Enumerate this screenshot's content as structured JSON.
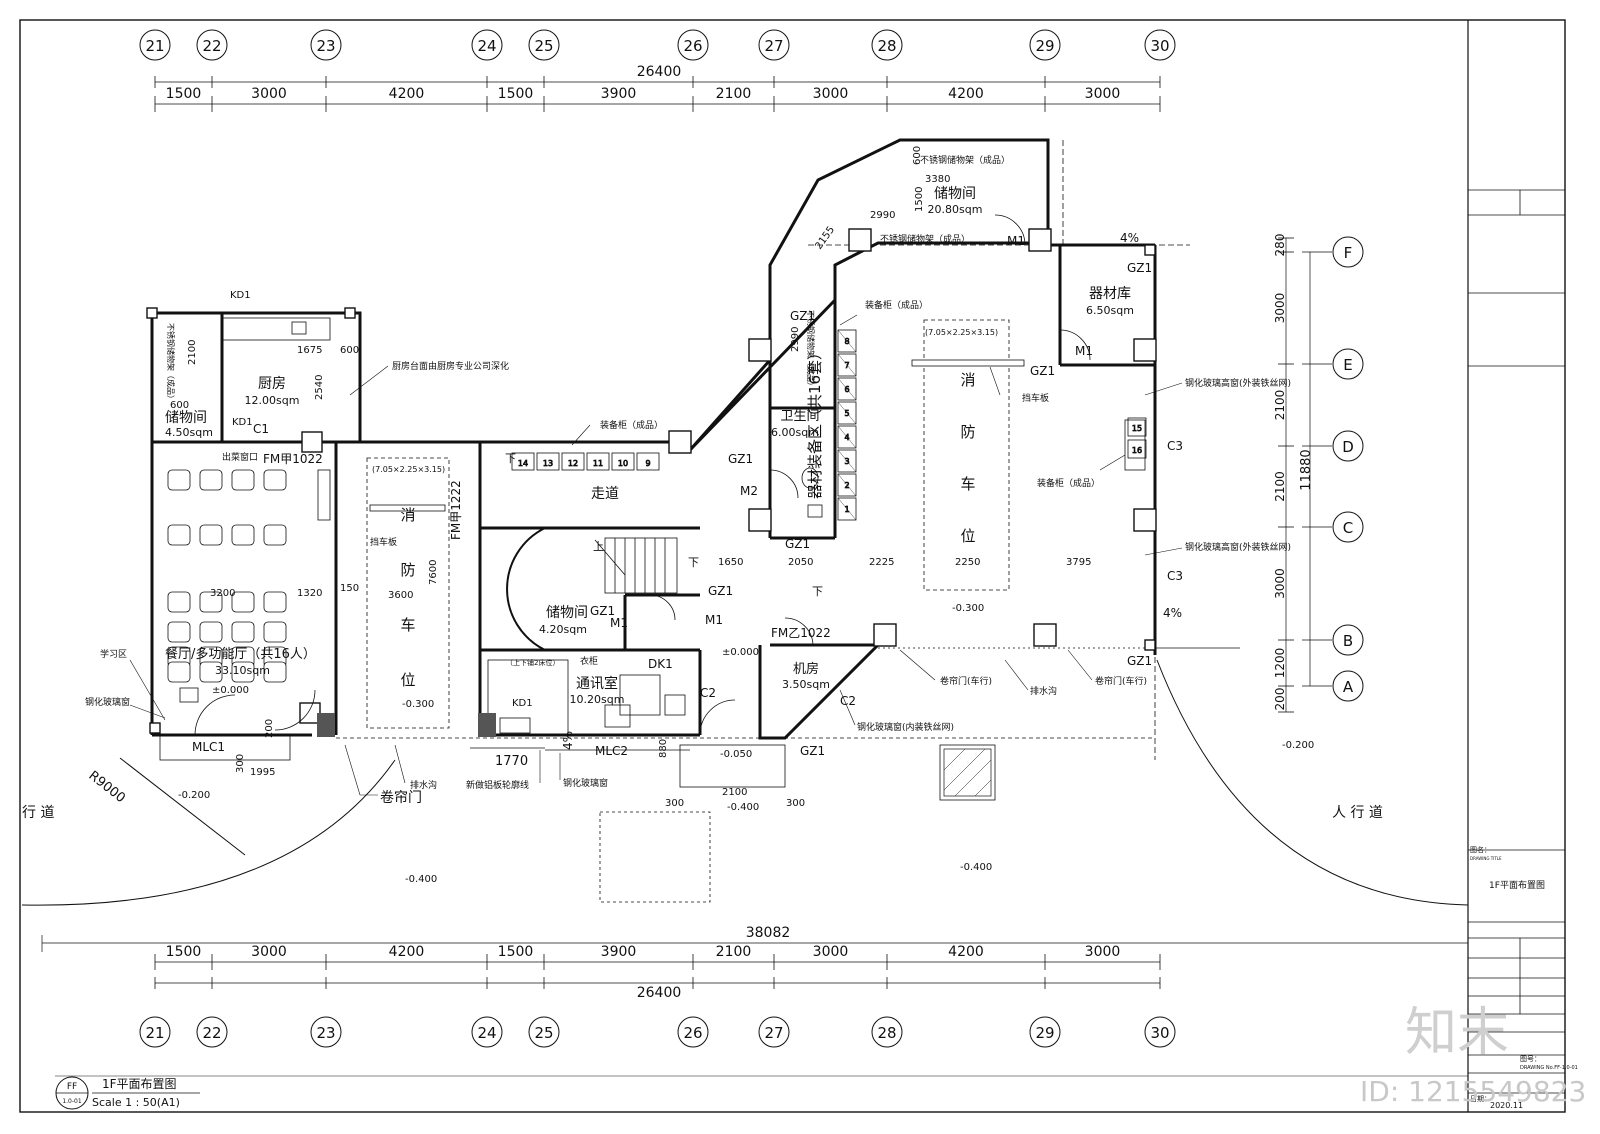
{
  "grid": {
    "axes": [
      "21",
      "22",
      "23",
      "24",
      "25",
      "26",
      "27",
      "28",
      "29",
      "30"
    ],
    "spacings": [
      "1500",
      "3000",
      "4200",
      "1500",
      "3900",
      "2100",
      "3000",
      "4200",
      "3000"
    ],
    "total_top": "26400",
    "overall": "38082",
    "rows": [
      "F",
      "E",
      "D",
      "C",
      "B",
      "A"
    ],
    "row_dims": [
      "280",
      "3000",
      "2100",
      "2100",
      "3000",
      "1200",
      "200"
    ],
    "row_total": "11880"
  },
  "rooms": {
    "store_top_name": "储物间",
    "store_top_area": "20.80sqm",
    "shelf_top": "不锈钢储物架（成品）",
    "shelf_mid": "不锈钢储物架（成品）",
    "shelf_left": "不锈钢储物架（成品）",
    "shelf_vert": "不锈钢储物架（成品）",
    "kitchen_name": "厨房",
    "kitchen_area": "12.00sqm",
    "store_left_name": "储物间",
    "store_left_area": "4.50sqm",
    "dining_name": "餐厅/多功能厅（共16人）",
    "dining_area": "33.10sqm",
    "corridor": "走道",
    "store_mid_name": "储物间",
    "store_mid_area": "4.20sqm",
    "comm_name": "通讯室",
    "comm_area": "10.20sqm",
    "wc_name": "卫生间",
    "wc_area": "6.00sqm",
    "equip_name": "器材库",
    "equip_area": "6.50sqm",
    "machine_name": "机房",
    "machine_area": "3.50sqm",
    "gear_zone": "器材装备区（共16套）",
    "truck_a": [
      "消",
      "防",
      "车",
      "位"
    ],
    "truck_b": [
      "消",
      "防",
      "车",
      "位"
    ],
    "study": "学习区",
    "wardrobe": "衣柜",
    "bunk": "（上下铺2床位）"
  },
  "notes": {
    "kitchen_deepen": "厨房台面由厨房专业公司深化",
    "cabinet_top": "装备柜（成品）",
    "cabinet_corr": "装备柜（成品）",
    "cabinet_right": "装备柜（成品）",
    "stopper": "挡车板",
    "stopper2": "挡车板",
    "glass_high1": "钢化玻璃高窗(外装铁丝网)",
    "glass_high2": "钢化玻璃高窗(外装铁丝网)",
    "glass_inner": "钢化玻璃窗(内装铁丝网)",
    "glass_win": "钢化玻璃窗",
    "glass_win2": "钢化玻璃窗",
    "roll_door1": "卷帘门(车行)",
    "roll_door2": "卷帘门(车行)",
    "drain": "排水沟",
    "drain2": "排水沟",
    "roll_door": "卷帘门",
    "new_edge": "新做铝板轮廓线",
    "serve": "出菜窗口",
    "truck_size": "(7.05×2.25×3.15)",
    "truck_size2": "(7.05×2.25×3.15)",
    "sidewalk_l": "行 道",
    "sidewalk_r": "人 行 道",
    "radius": "R9000",
    "down": "下",
    "down2": "下",
    "down3": "下",
    "up": "上"
  },
  "labels": {
    "fm1": "FM甲1022",
    "fm2": "FM甲1222",
    "fm3": "FM乙1022",
    "mlc1": "MLC1",
    "mlc2": "MLC2",
    "c1": "C1",
    "c2a": "C2",
    "c2b": "C2",
    "c3a": "C3",
    "c3b": "C3",
    "m1a": "M1",
    "m1b": "M1",
    "m1c": "M1",
    "m1d": "M1",
    "m2": "M2",
    "dk1": "DK1",
    "kd1a": "KD1",
    "kd1b": "KD1",
    "kd1c": "KD1",
    "gz": "GZ1",
    "slope1": "4%",
    "slope2": "4%",
    "slope3": "4%"
  },
  "dims": {
    "d1675": "1675",
    "d600a": "600",
    "d600b": "600",
    "d600c": "600",
    "d2100": "2100",
    "d2540": "2540",
    "d3380": "3380",
    "d1500": "1500",
    "d2990a": "2990",
    "d2155": "2155",
    "d2990b": "2990",
    "d3200": "3200",
    "d1320": "1320",
    "d150": "150",
    "d3600": "3600",
    "d7600": "7600",
    "d1650": "1650",
    "d2050": "2050",
    "d2225": "2225",
    "d2250": "2250",
    "d3795": "3795",
    "d1770": "1770",
    "d880": "880",
    "d2100b": "2100",
    "d300a": "300",
    "d300b": "300",
    "d1995": "1995",
    "d300c": "300",
    "d200": "200"
  },
  "levels": {
    "lv0a": "±0.000",
    "lv0b": "±0.000",
    "lv300a": "-0.300",
    "lv300b": "-0.300",
    "lv050": "-0.050",
    "lv200a": "-0.200",
    "lv200b": "-0.200",
    "lv400a": "-0.400",
    "lv400b": "-0.400",
    "lv400c": "-0.400"
  },
  "title": {
    "drawing_name": "1F平面布置图",
    "scale": "Scale 1 : 50(A1)",
    "badge_top": "FF",
    "badge_bottom": "1.0-01",
    "tb_label": "图名：",
    "tb_sub": "DRAWING TITLE",
    "tb_title": "1F平面布置图",
    "tb_no_label": "图号：",
    "tb_no": "DRAWING No.FF-1.0-01",
    "tb_date_label": "日期：",
    "tb_date": "2020.11"
  },
  "watermark": {
    "logo": "知末",
    "id": "ID: 1215549823"
  }
}
